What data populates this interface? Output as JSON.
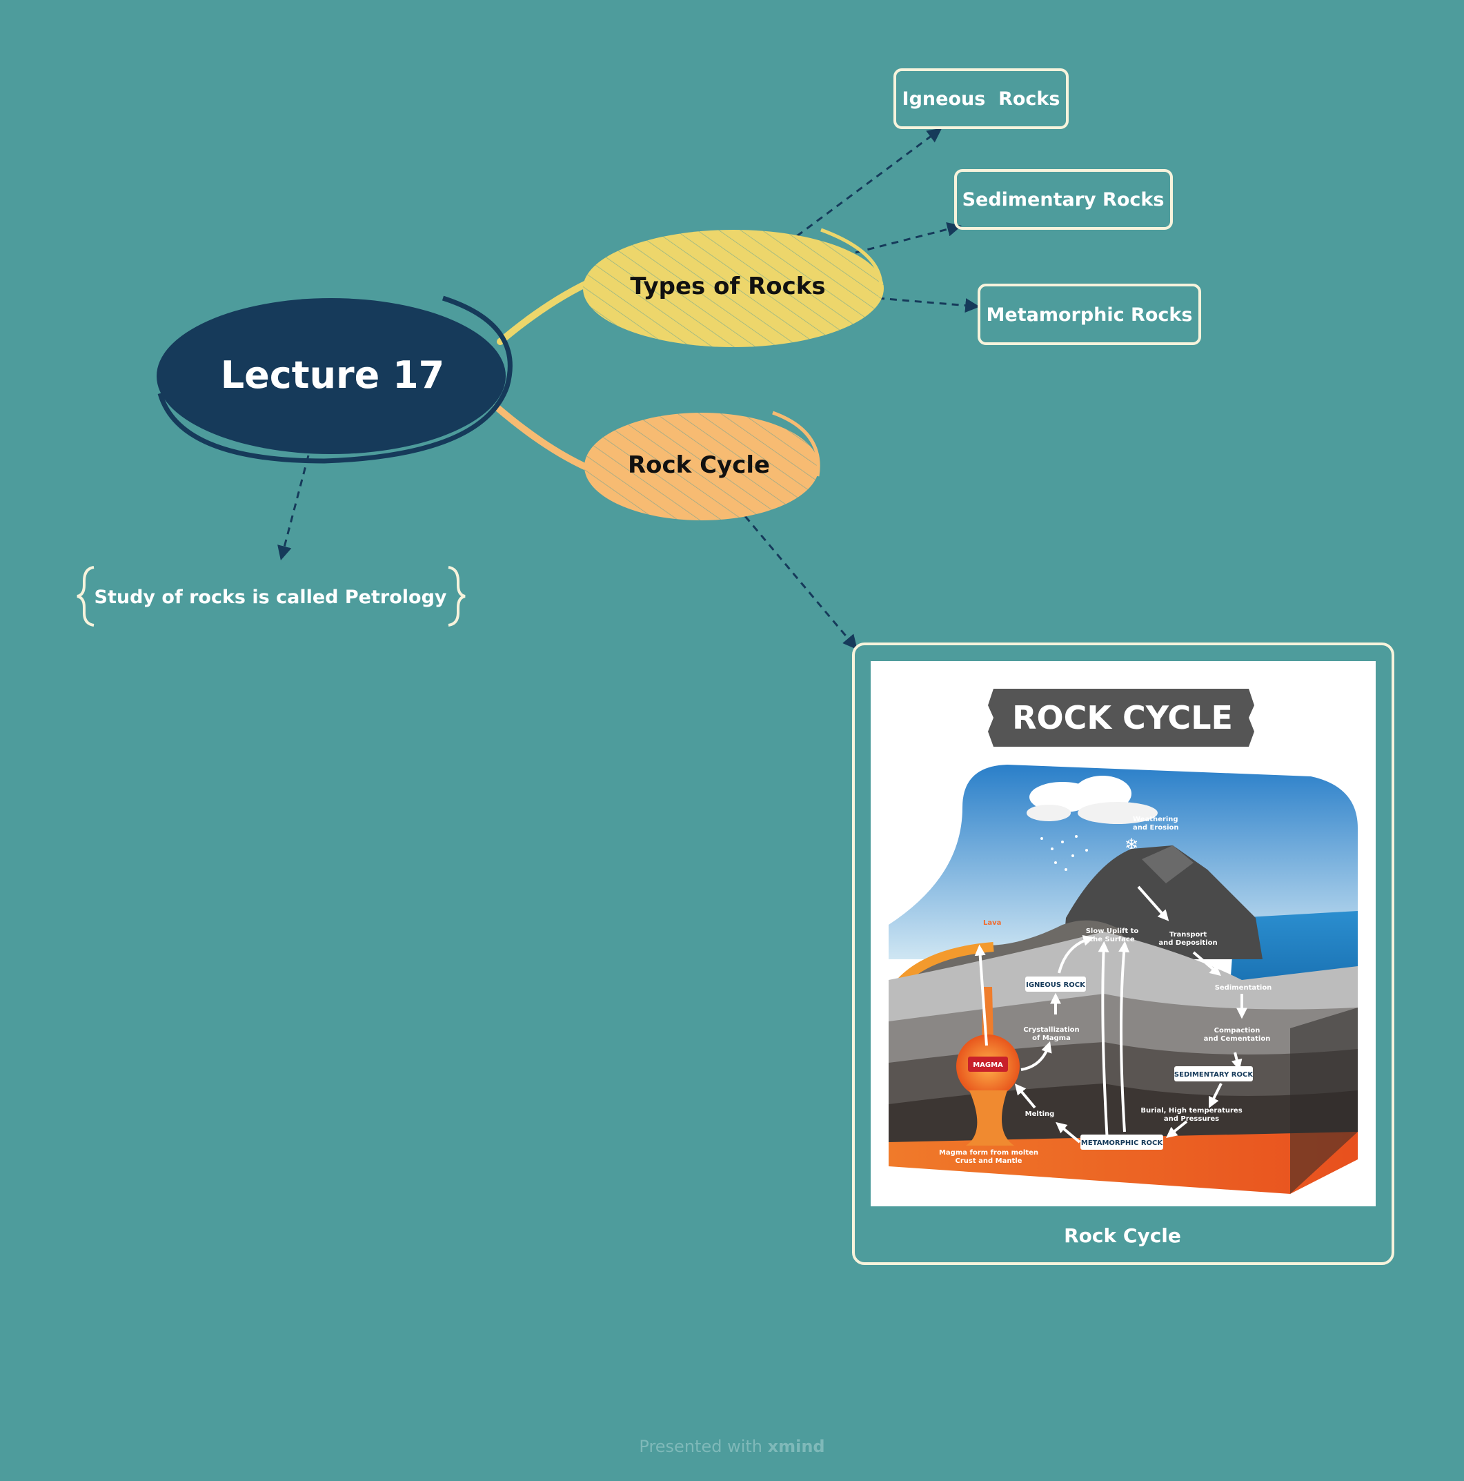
{
  "central": {
    "label": "Lecture 17"
  },
  "branches": [
    {
      "label": "Types of Rocks"
    },
    {
      "label": "Rock Cycle"
    }
  ],
  "rock_types": [
    "Igneous  Rocks",
    "Sedimentary Rocks",
    "Metamorphic Rocks"
  ],
  "note": {
    "text": "Study of rocks is called Petrology"
  },
  "image_card": {
    "caption": "Rock Cycle"
  },
  "illustration": {
    "banner": "ROCK CYCLE",
    "labels": {
      "weathering": [
        "Weathering",
        "and Erosion"
      ],
      "lava": "Lava",
      "uplift": [
        "Slow Uplift to",
        "the Surface"
      ],
      "transport": [
        "Transport",
        "and Deposition"
      ],
      "sedimentation": "Sedimentation",
      "igneous": "IGNEOUS ROCK",
      "crystallization": [
        "Crystallization",
        "of Magma"
      ],
      "compaction": [
        "Compaction",
        "and Cementation"
      ],
      "magma": "MAGMA",
      "sedimentary": "SEDIMENTARY ROCK",
      "burial": [
        "Burial, High temperatures",
        "and Pressures"
      ],
      "melting": "Melting",
      "metamorphic": "METAMORPHIC ROCK",
      "magma_form": [
        "Magma form from molten",
        "Crust and Mantle"
      ]
    }
  },
  "footer": {
    "presented": "Presented with",
    "brand": "xmind"
  },
  "colors": {
    "background": "#4e9c9c",
    "central": "#163a5a",
    "types_branch": "#edd66b",
    "cycle_branch": "#f7bb72",
    "outline": "#f7f3dc",
    "connector": "#163a5a"
  }
}
